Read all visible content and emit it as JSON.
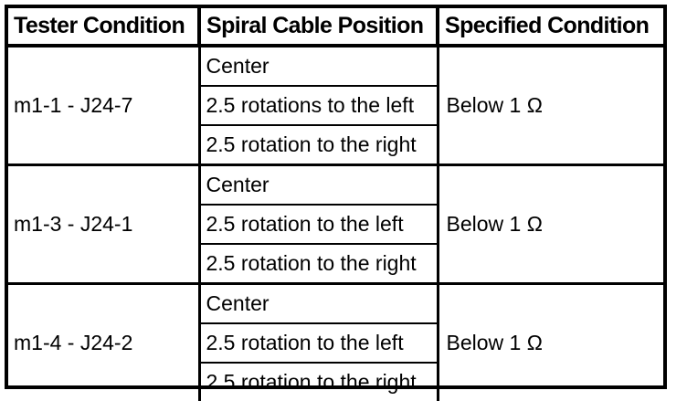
{
  "table": {
    "columns": [
      {
        "key": "tester",
        "label": "Tester Condition"
      },
      {
        "key": "position",
        "label": "Spiral Cable Position"
      },
      {
        "key": "condition",
        "label": "Specified Condition"
      }
    ],
    "groups": [
      {
        "tester": "m1-1 - J24-7",
        "positions": [
          "Center",
          "2.5 rotations to the left",
          "2.5 rotation to the right"
        ],
        "condition": "Below 1 Ω"
      },
      {
        "tester": "m1-3 - J24-1",
        "positions": [
          "Center",
          "2.5 rotation to the left",
          "2.5 rotation to the right"
        ],
        "condition": "Below 1 Ω"
      },
      {
        "tester": "m1-4 - J24-2",
        "positions": [
          "Center",
          "2.5 rotation to the left",
          "2.5 rotation to the right"
        ],
        "condition": "Below 1 Ω"
      }
    ]
  },
  "colors": {
    "border": "#000000",
    "background": "#ffffff",
    "text": "#000000"
  }
}
